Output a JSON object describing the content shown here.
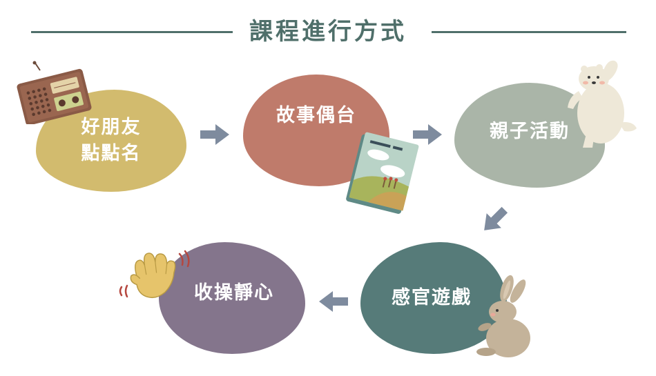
{
  "title": "課程進行方式",
  "steps": [
    {
      "line1": "好朋友",
      "line2": "點點名",
      "color": "#d2bb6e"
    },
    {
      "line1": "故事偶台",
      "color": "#bf7b6b"
    },
    {
      "line1": "親子活動",
      "color": "#aab5a8"
    },
    {
      "line1": "感官遊戲",
      "color": "#567b79"
    },
    {
      "line1": "收操靜心",
      "color": "#84758c"
    }
  ],
  "colors": {
    "title": "#4f6f6a",
    "arrow": "#7e8b9e"
  },
  "icons": [
    "radio-icon",
    "picture-book-icon",
    "polar-bear-icon",
    "rabbit-icon",
    "waving-hand-icon"
  ]
}
